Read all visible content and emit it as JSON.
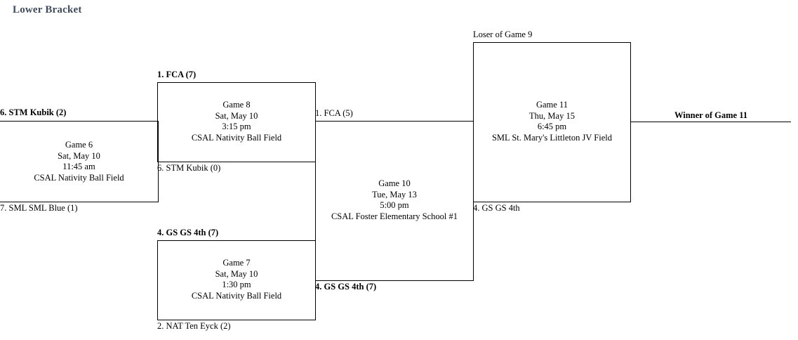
{
  "page": {
    "title": "Lower Bracket",
    "title_color": "#3f4a5a",
    "line_color": "#000000",
    "background": "#ffffff"
  },
  "bracket": {
    "type": "single-elimination-lower-bracket",
    "rounds": [
      {
        "name": "round-1",
        "games": [
          {
            "id": "game-6",
            "label": "Game 6",
            "date": "Sat, May 10",
            "time": "11:45 am",
            "venue": "CSAL Nativity Ball Field",
            "top_slot": {
              "text": "6. STM Kubik (2)",
              "winner": true
            },
            "bottom_slot": {
              "text": "7. SML SML Blue (1)",
              "winner": false
            }
          }
        ]
      },
      {
        "name": "round-2",
        "games": [
          {
            "id": "game-8",
            "label": "Game 8",
            "date": "Sat, May 10",
            "time": "3:15 pm",
            "venue": "CSAL Nativity Ball Field",
            "top_slot": {
              "text": "1. FCA (7)",
              "winner": true
            },
            "bottom_slot": {
              "text": "6. STM Kubik (0)",
              "winner": false
            }
          },
          {
            "id": "game-7",
            "label": "Game 7",
            "date": "Sat, May 10",
            "time": "1:30 pm",
            "venue": "CSAL Nativity Ball Field",
            "top_slot": {
              "text": "4. GS GS 4th (7)",
              "winner": true
            },
            "bottom_slot": {
              "text": "2. NAT Ten Eyck (2)",
              "winner": false
            }
          }
        ]
      },
      {
        "name": "round-3",
        "games": [
          {
            "id": "game-10",
            "label": "Game 10",
            "date": "Tue, May 13",
            "time": "5:00 pm",
            "venue": "CSAL Foster Elementary School #1",
            "top_slot": {
              "text": "1. FCA (5)",
              "winner": false
            },
            "bottom_slot": {
              "text": "4. GS GS 4th (7)",
              "winner": true
            }
          }
        ]
      },
      {
        "name": "round-4",
        "games": [
          {
            "id": "game-11",
            "label": "Game 11",
            "date": "Thu, May 15",
            "time": "6:45 pm",
            "venue": "SML St. Mary's Littleton JV Field",
            "top_slot": {
              "text": "Loser of Game 9",
              "winner": false
            },
            "bottom_slot": {
              "text": "4. GS GS 4th",
              "winner": false
            }
          }
        ]
      }
    ],
    "final": {
      "winner_label": "Winner of Game 11"
    }
  }
}
